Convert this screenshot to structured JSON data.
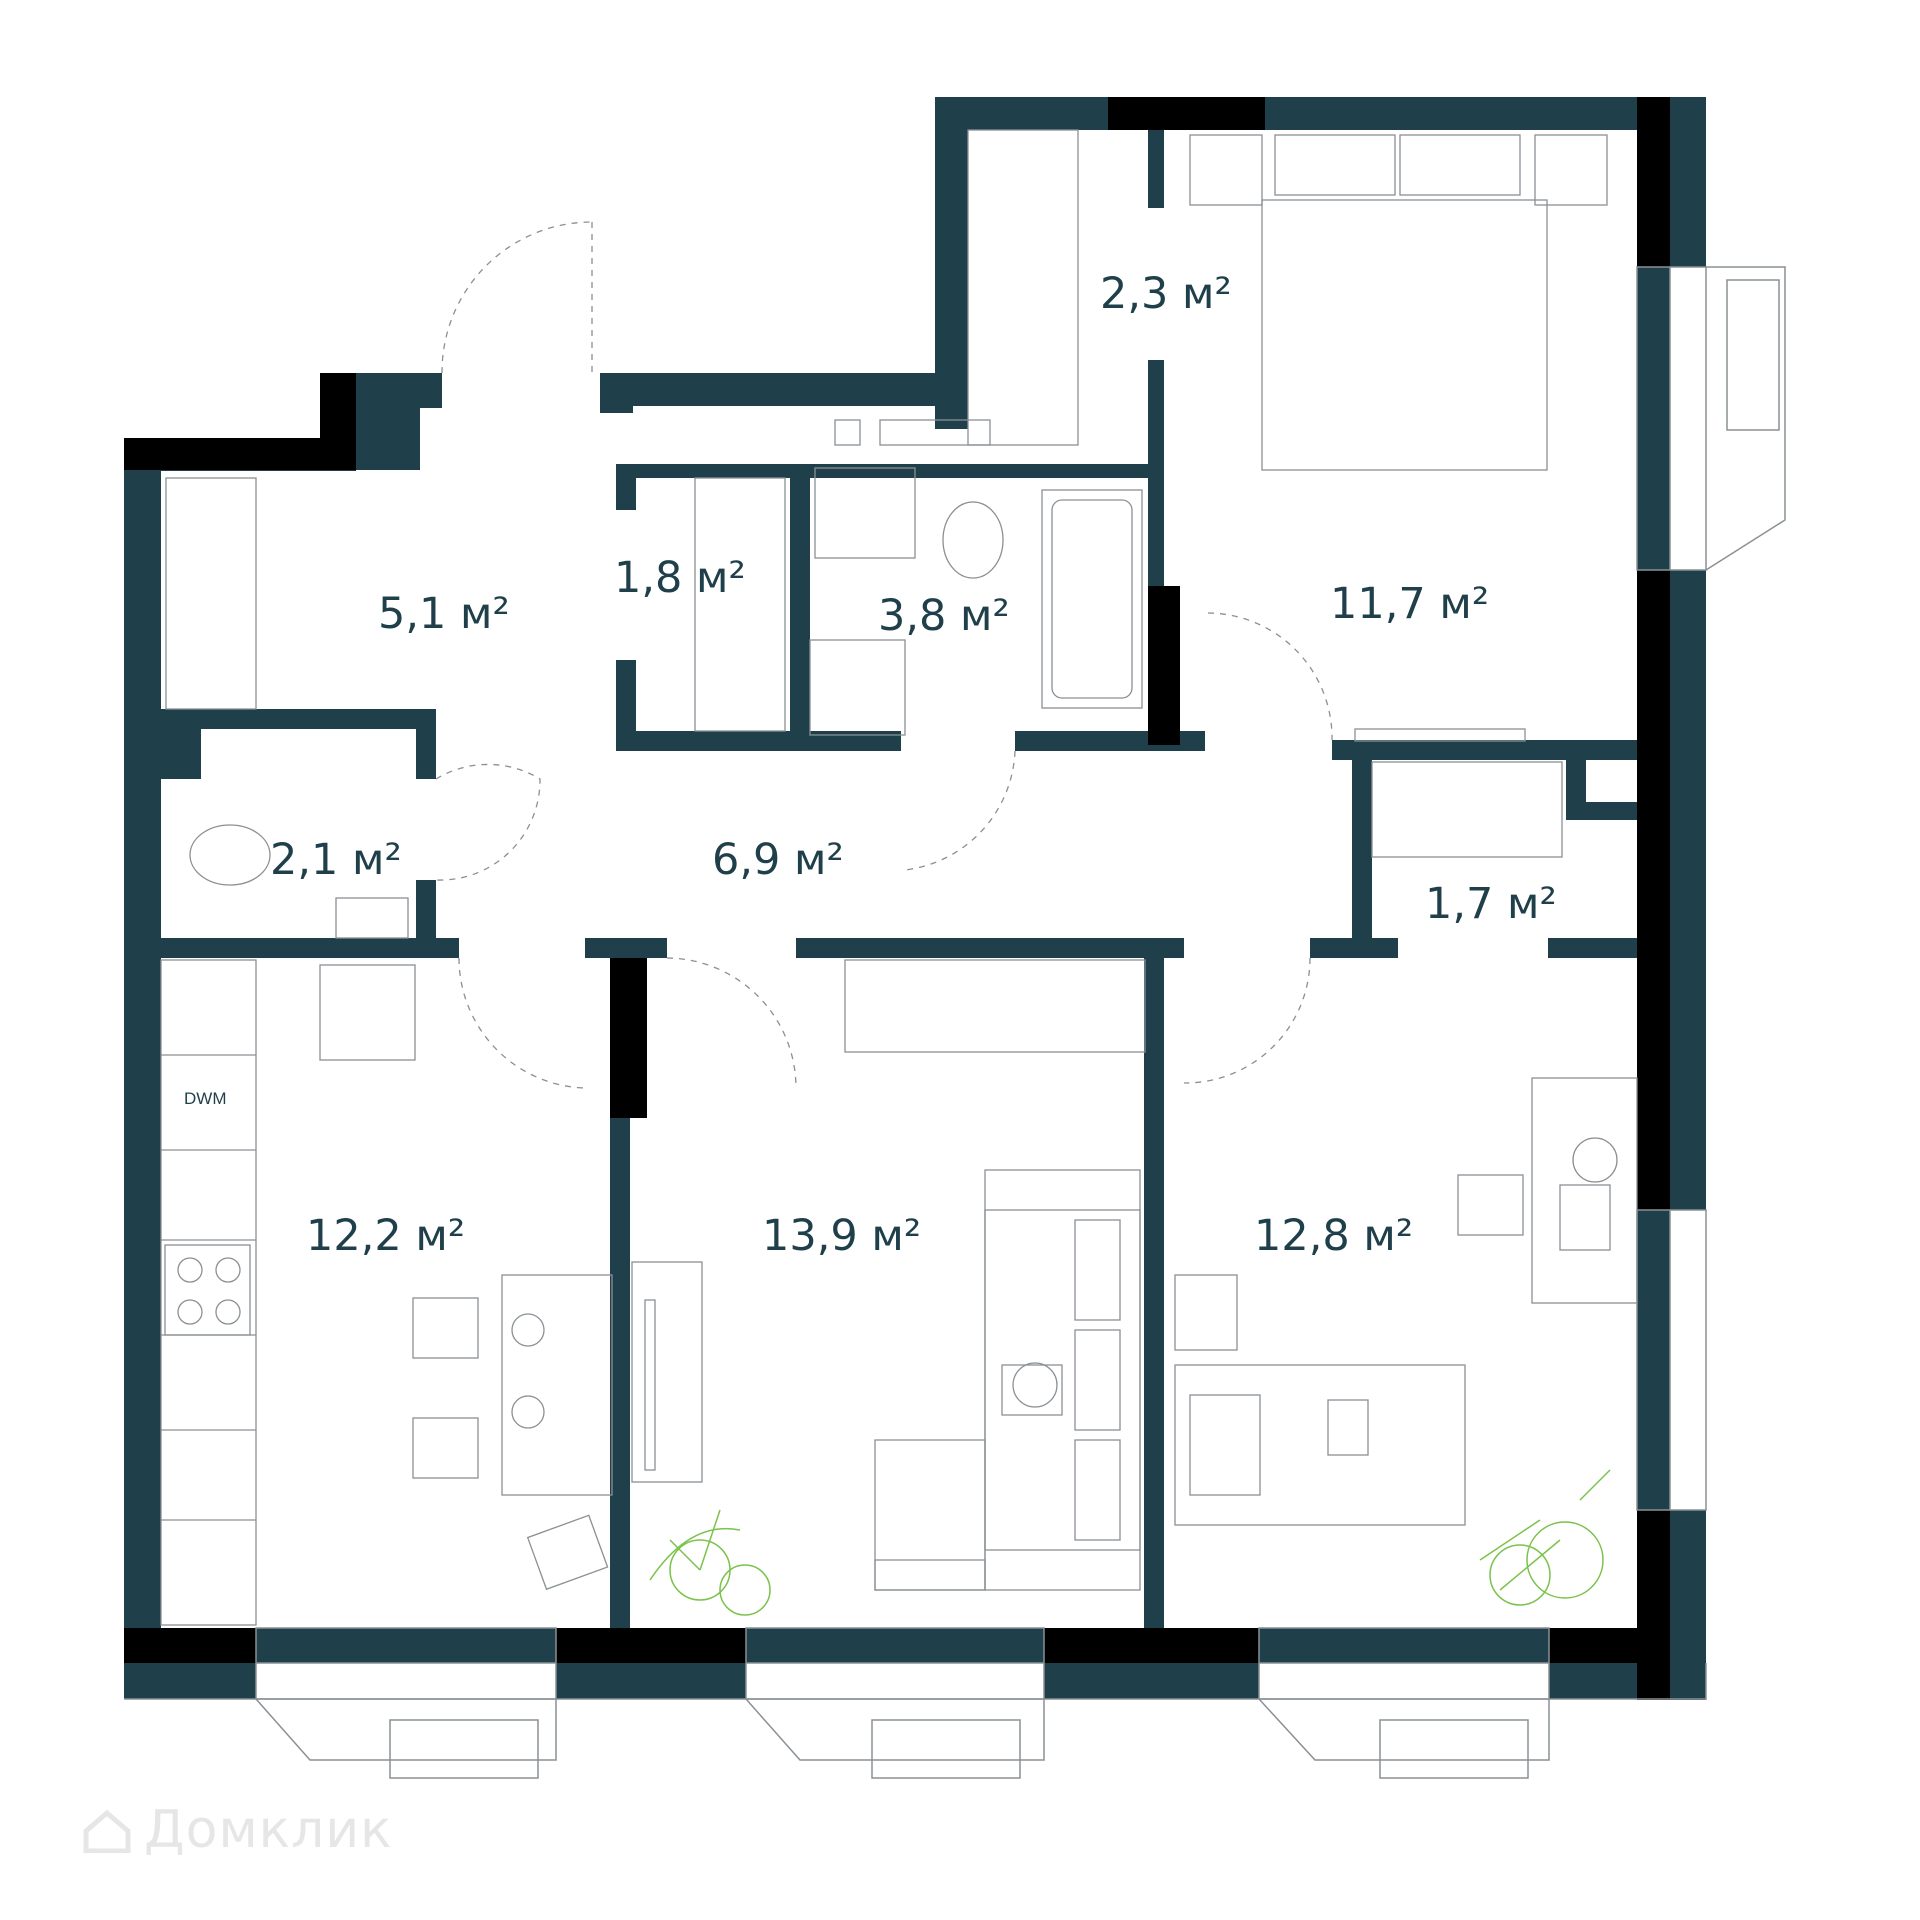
{
  "colors": {
    "wall": "#1f3f4a",
    "wall_dark": "#000000",
    "line": "#8a9094",
    "plant": "#7ac24a",
    "watermark": "#e6e6e6"
  },
  "rooms": [
    {
      "id": "closet-bedroom",
      "area": "2,3 м²"
    },
    {
      "id": "hall-storage",
      "area": "5,1 м²"
    },
    {
      "id": "closet-small",
      "area": "1,8 м²"
    },
    {
      "id": "bathroom",
      "area": "3,8 м²"
    },
    {
      "id": "bedroom",
      "area": "11,7 м²"
    },
    {
      "id": "toilet",
      "area": "2,1 м²"
    },
    {
      "id": "corridor",
      "area": "6,9 м²"
    },
    {
      "id": "closet-right",
      "area": "1,7 м²"
    },
    {
      "id": "kitchen",
      "area": "12,2 м²"
    },
    {
      "id": "living-room",
      "area": "13,9 м²"
    },
    {
      "id": "kids-room",
      "area": "12,8 м²"
    }
  ],
  "appliances": {
    "dishwasher": "DWM"
  },
  "watermark": {
    "text": "Домклик",
    "icon": "house-icon"
  }
}
